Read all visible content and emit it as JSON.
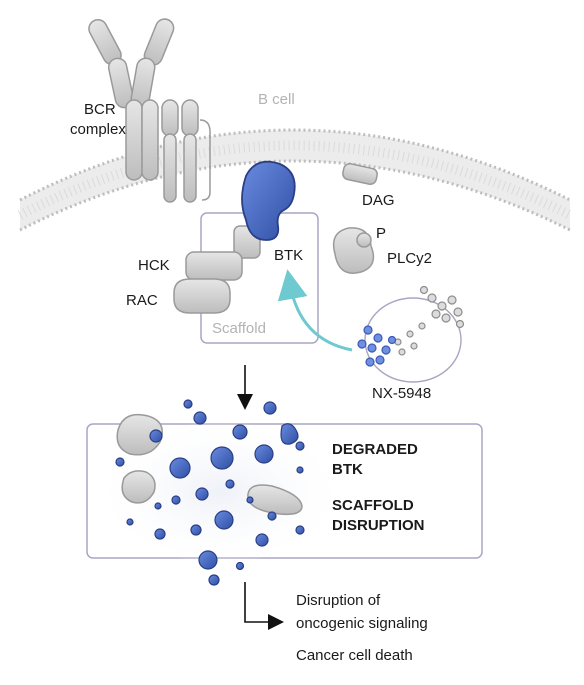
{
  "labels": {
    "cell": "B cell",
    "bcr_line1": "BCR",
    "bcr_line2": "complex",
    "dag": "DAG",
    "p": "P",
    "plcy2": "PLCy2",
    "btk": "BTK",
    "hck": "HCK",
    "rac": "RAC",
    "scaffold": "Scaffold",
    "drug": "NX-5948"
  },
  "result_box": {
    "line1": "DEGRADED",
    "line2": "BTK",
    "line3": "SCAFFOLD",
    "line4": "DISRUPTION"
  },
  "outcomes": {
    "line1": "Disruption of",
    "line2": "oncogenic signaling",
    "line3": "Cancer cell death"
  },
  "colors": {
    "btk_blue": "#4a6fc7",
    "btk_dark": "#2f4fa3",
    "protein_gray": "#cfcfcf",
    "membrane_gray": "#e4e4e4",
    "arrow_teal": "#6fc9d0",
    "box_border": "#a9a5c4"
  }
}
